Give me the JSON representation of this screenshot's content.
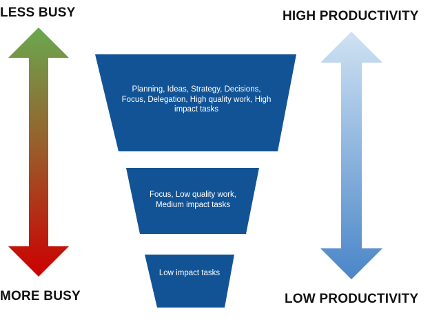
{
  "labels": {
    "less_busy": "LESS BUSY",
    "more_busy": "MORE BUSY",
    "high_productivity": "HIGH PRODUCTIVITY",
    "low_productivity": "LOW PRODUCTIVITY"
  },
  "tiers": [
    {
      "text": "Planning, Ideas, Strategy, Decisions, Focus, Delegation, High quality work, High impact tasks"
    },
    {
      "text": "Focus, Low quality work, Medium impact tasks"
    },
    {
      "text": "Low impact tasks"
    }
  ],
  "colors": {
    "funnel_fill": "#125396",
    "busy_arrow_top": "#6aa84f",
    "busy_arrow_bottom": "#cc0000",
    "productivity_arrow_top": "#cfe2f3",
    "productivity_arrow_bottom": "#4a86c8",
    "text_dark": "#111111"
  }
}
